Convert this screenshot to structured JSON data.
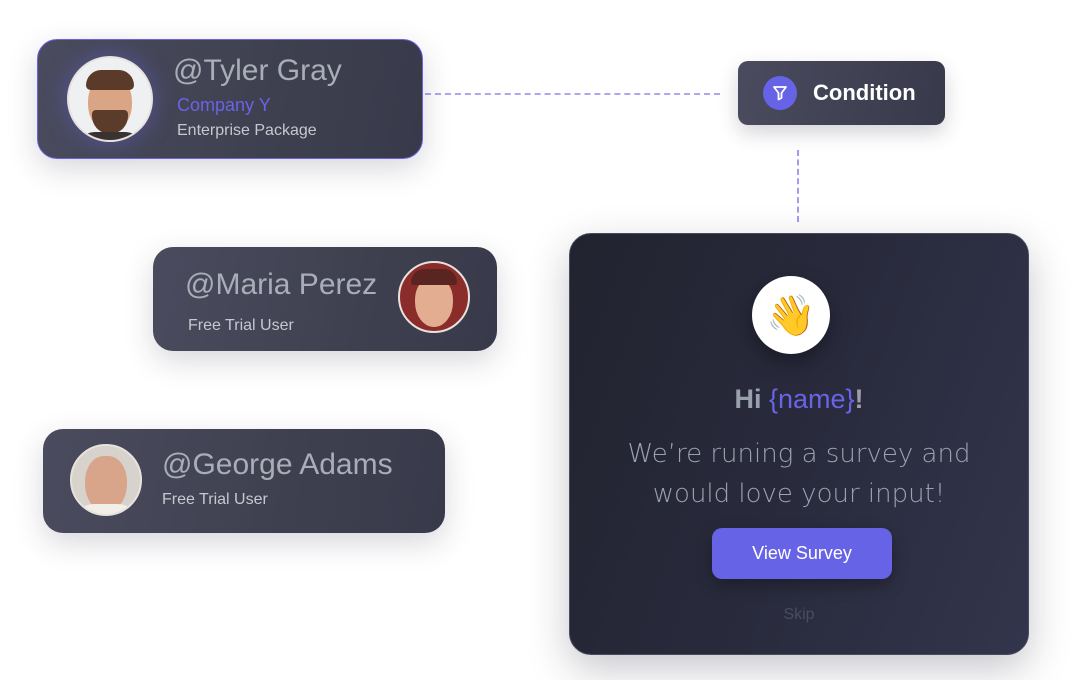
{
  "users": [
    {
      "handle": "@Tyler Gray",
      "company": "Company Y",
      "plan": "Enterprise Package"
    },
    {
      "handle": "@Maria Perez",
      "plan": "Free Trial User"
    },
    {
      "handle": "@George Adams",
      "plan": "Free Trial User"
    }
  ],
  "condition": {
    "label": "Condition",
    "icon": "filter-icon"
  },
  "survey": {
    "emoji": "👋",
    "greeting": "Hi",
    "name_var": "{name}",
    "exclaim": "!",
    "message_line1": "We’re runing a survey and",
    "message_line2": "would love your input!",
    "button_label": "View Survey",
    "skip_label": "Skip"
  },
  "colors": {
    "accent": "#6763e6",
    "card": "#3f404f"
  }
}
